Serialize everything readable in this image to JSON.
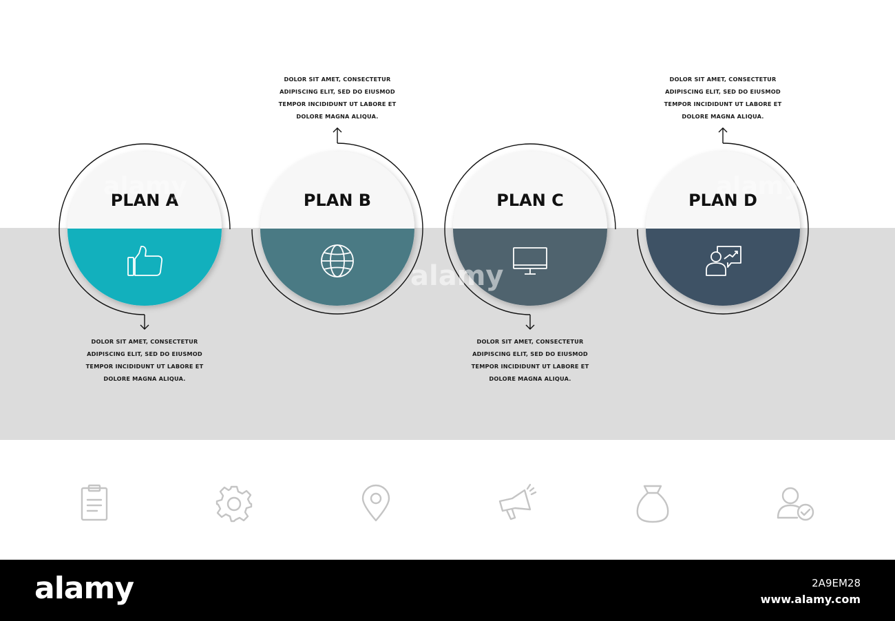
{
  "plans": [
    {
      "label": "PLAN A",
      "accent": "#12b0bd",
      "icon": "thumbs-up-icon",
      "description": [
        "DOLOR SIT AMET, CONSECTETUR",
        "ADIPISCING ELIT, SED DO EIUSMOD",
        "TEMPOR INCIDIDUNT UT LABORE ET",
        "DOLORE MAGNA ALIQUA."
      ],
      "arrow": "down"
    },
    {
      "label": "PLAN B",
      "accent": "#4a7a84",
      "icon": "globe-icon",
      "description": [
        "DOLOR SIT AMET, CONSECTETUR",
        "ADIPISCING ELIT, SED DO EIUSMOD",
        "TEMPOR INCIDIDUNT UT LABORE ET",
        "DOLORE MAGNA ALIQUA."
      ],
      "arrow": "up"
    },
    {
      "label": "PLAN C",
      "accent": "#4f636e",
      "icon": "monitor-icon",
      "description": [
        "DOLOR SIT AMET, CONSECTETUR",
        "ADIPISCING ELIT, SED DO EIUSMOD",
        "TEMPOR INCIDIDUNT UT LABORE ET",
        "DOLORE MAGNA ALIQUA."
      ],
      "arrow": "down"
    },
    {
      "label": "PLAN D",
      "accent": "#3e5265",
      "icon": "presentation-icon",
      "description": [
        "DOLOR SIT AMET, CONSECTETUR",
        "ADIPISCING ELIT, SED DO EIUSMOD",
        "TEMPOR INCIDIDUNT UT LABORE ET",
        "DOLORE MAGNA ALIQUA."
      ],
      "arrow": "up"
    }
  ],
  "bottom_icons": [
    "clipboard-icon",
    "gear-icon",
    "map-pin-icon",
    "megaphone-icon",
    "money-bag-icon",
    "user-check-icon"
  ],
  "colors": {
    "band": "#dcdcdc",
    "bottom_icons": "#c4c4c4",
    "footer": "#000000"
  },
  "footer": {
    "brand": "alamy",
    "image_id": "2A9EM28",
    "url": "www.alamy.com"
  },
  "watermark": "alamy"
}
